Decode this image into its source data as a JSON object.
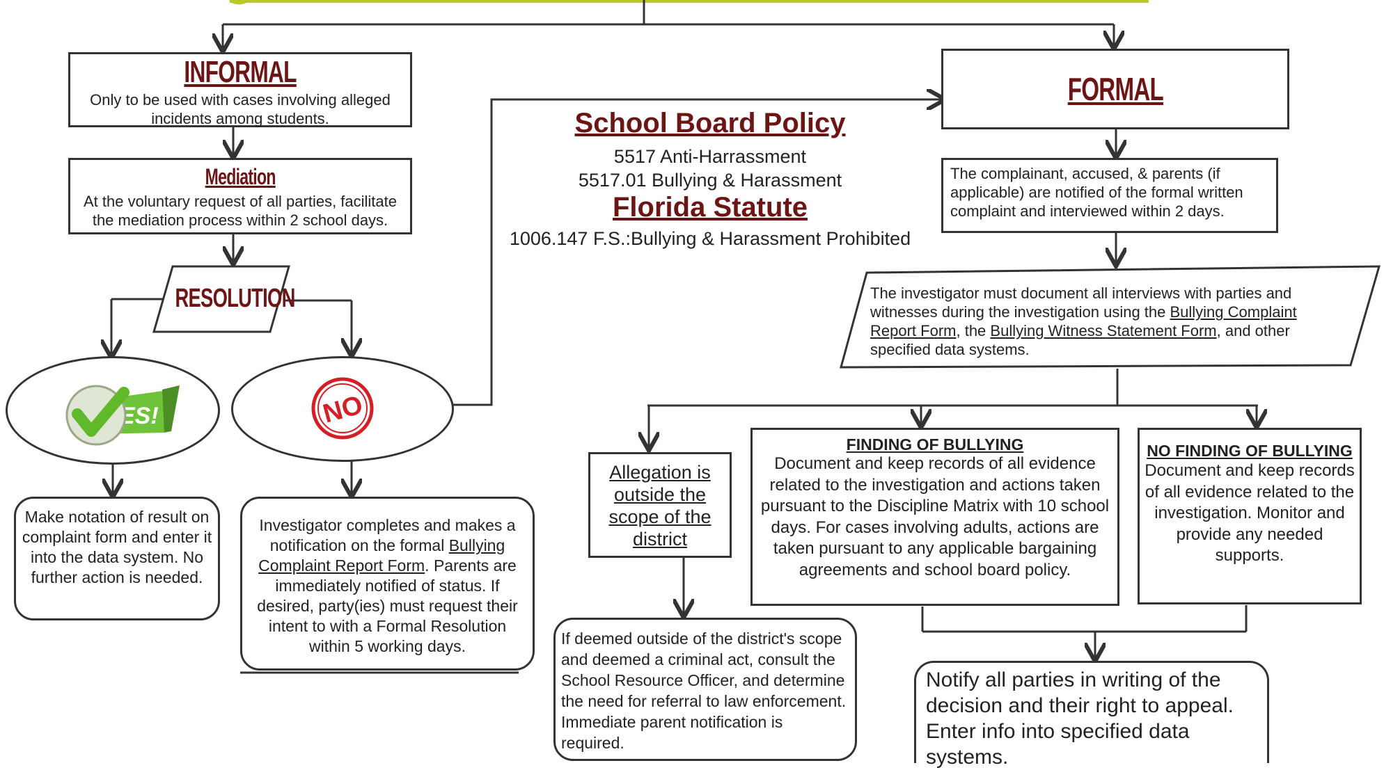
{
  "informal": {
    "title": "INFORMAL",
    "text": "Only to be used with cases involving alleged incidents among students."
  },
  "mediation": {
    "title": "Mediation",
    "text": "At the voluntary request of all parties, facilitate the mediation process within 2 school days."
  },
  "resolution": {
    "title": "RESOLUTION"
  },
  "yes": {
    "label": "YES!"
  },
  "no": {
    "label": "NO"
  },
  "yes_outcome": "Make notation of result on complaint form and enter it into the data system.  No further action is needed.",
  "no_outcome": {
    "p1": "Investigator completes and makes a notification on the formal ",
    "link": "Bullying Complaint Report Form",
    "p2": ".  Parents are immediately notified of status. If desired, party(ies) must request their intent to with a Formal Resolution within 5 working days."
  },
  "policy": {
    "title1": "School Board Policy",
    "line1": "5517 Anti-Harrassment",
    "line2": "5517.01 Bullying & Harassment",
    "title2": "Florida Statute",
    "line3": "1006.147 F.S.:Bullying & Harassment Prohibited"
  },
  "formal": {
    "title": "FORMAL",
    "notify": "The complainant, accused, & parents (if applicable) are notified of the formal written complaint and interviewed within 2 days."
  },
  "investigation": {
    "p1": "The investigator must document all interviews with parties and witnesses during the investigation using the ",
    "link1": "Bullying Complaint Report Form",
    "p2": ", the ",
    "link2": "Bullying Witness Statement Form",
    "p3": ", and other specified data systems."
  },
  "outside_scope": {
    "title": "Allegation is outside the scope of the district",
    "text": "If deemed outside of the district's scope and deemed a criminal act, consult the School Resource Officer, and determine the need for referral to law enforcement.  Immediate parent notification is required."
  },
  "finding": {
    "title": "FINDING OF BULLYING",
    "text": "Document and keep records of all evidence related to the investigation and actions taken pursuant to the Discipline Matrix with 10 school days.  For cases involving adults, actions are taken pursuant to any applicable bargaining agreements and school board policy."
  },
  "no_finding": {
    "title": "NO FINDING OF BULLYING",
    "text": "Document and keep records of all evidence related to the investigation. Monitor and provide any needed supports."
  },
  "notify_final": "Notify all parties in writing of the decision and their right to appeal. Enter info into specified data systems.",
  "colors": {
    "title_maroon": "#6b1515",
    "green": "#5fb92b",
    "red": "#d32027",
    "top_bar": "#b9c928"
  }
}
